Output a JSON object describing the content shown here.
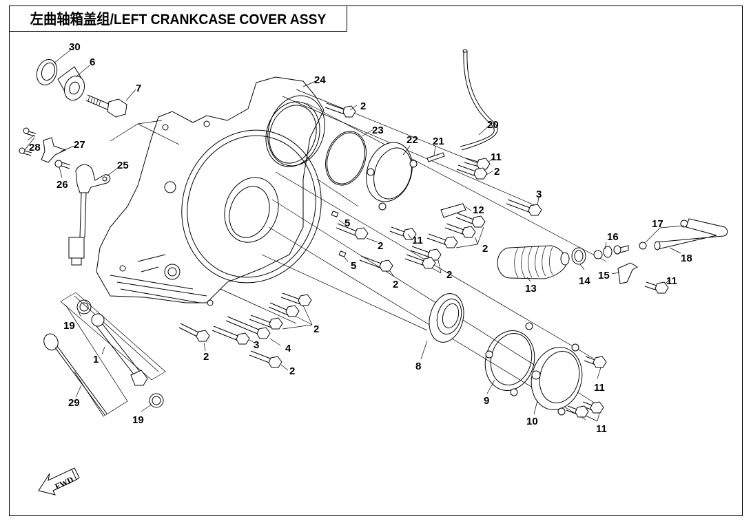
{
  "title": "左曲轴箱盖组/LEFT CRANKCASE COVER ASSY",
  "fwd_label": "FWD",
  "callouts": [
    {
      "num": "30",
      "part": "seal-ring"
    },
    {
      "num": "6",
      "part": "bushing"
    },
    {
      "num": "7",
      "part": "bolt"
    },
    {
      "num": "24",
      "part": "cover-outer"
    },
    {
      "num": "2",
      "part": "bolt"
    },
    {
      "num": "23",
      "part": "o-ring"
    },
    {
      "num": "22",
      "part": "cover-plate"
    },
    {
      "num": "21",
      "part": "pin"
    },
    {
      "num": "20",
      "part": "breather-hose"
    },
    {
      "num": "11",
      "part": "bolt"
    },
    {
      "num": "2",
      "part": "bolt"
    },
    {
      "num": "3",
      "part": "long-bolt"
    },
    {
      "num": "28",
      "part": "screw"
    },
    {
      "num": "27",
      "part": "bracket"
    },
    {
      "num": "25",
      "part": "sensor"
    },
    {
      "num": "26",
      "part": "bolt"
    },
    {
      "num": "12",
      "part": "clip-plate"
    },
    {
      "num": "5",
      "part": "dowel-pin"
    },
    {
      "num": "11",
      "part": "bolt"
    },
    {
      "num": "2",
      "part": "bolt-group"
    },
    {
      "num": "2",
      "part": "bolt"
    },
    {
      "num": "5",
      "part": "dowel-pin"
    },
    {
      "num": "2",
      "part": "bolt"
    },
    {
      "num": "2",
      "part": "bolt-group"
    },
    {
      "num": "16",
      "part": "fitting"
    },
    {
      "num": "17",
      "part": "hose-clamp"
    },
    {
      "num": "18",
      "part": "hose"
    },
    {
      "num": "13",
      "part": "intake-boot"
    },
    {
      "num": "14",
      "part": "clamp"
    },
    {
      "num": "15",
      "part": "bracket"
    },
    {
      "num": "11",
      "part": "bolt"
    },
    {
      "num": "2",
      "part": "bolt-group"
    },
    {
      "num": "19",
      "part": "o-ring"
    },
    {
      "num": "1",
      "part": "drain-plug"
    },
    {
      "num": "29",
      "part": "dipstick"
    },
    {
      "num": "2",
      "part": "bolt"
    },
    {
      "num": "3",
      "part": "bolt"
    },
    {
      "num": "4",
      "part": "bolt"
    },
    {
      "num": "2",
      "part": "bolt"
    },
    {
      "num": "8",
      "part": "bearing"
    },
    {
      "num": "9",
      "part": "gasket"
    },
    {
      "num": "10",
      "part": "cover"
    },
    {
      "num": "11",
      "part": "bolt"
    },
    {
      "num": "11",
      "part": "bolt"
    },
    {
      "num": "19",
      "part": "o-ring"
    }
  ]
}
